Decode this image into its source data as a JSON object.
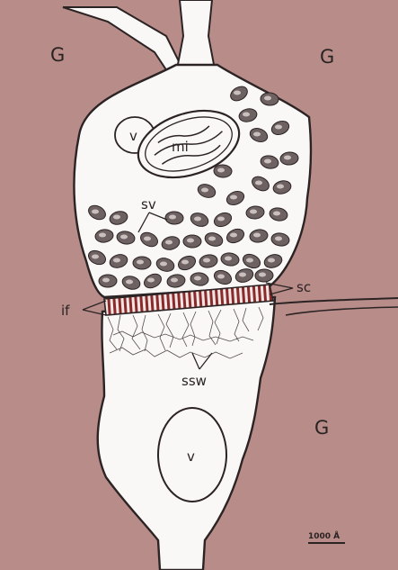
{
  "labels": {
    "glia_top_left": "G",
    "glia_top_right": "G",
    "glia_bottom_right": "G",
    "vacuole_upper": "v",
    "vacuole_lower": "v",
    "mitochondrion": "mi",
    "synaptic_vesicles": "sv",
    "synaptic_cleft": "sc",
    "intercellular_filaments": "if",
    "subsynaptic_web": "ssw",
    "scale_bar": "1000 Å"
  },
  "colors": {
    "background_tissue": "#b88c88",
    "cell_interior": "#faf8f6",
    "outline": "#2c2424",
    "vesicle": "#6d6161",
    "cleft_stripes": "#8a2a2a"
  }
}
